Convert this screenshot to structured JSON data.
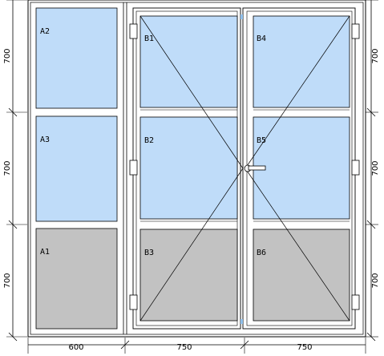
{
  "colors": {
    "glass": "#BFDCF9",
    "panel": "#C2C2C2",
    "frame": "#FFFFFF",
    "line": "#000000",
    "hinge_highlight": "#BFDCF9"
  },
  "dimensions": {
    "left": [
      "700",
      "700",
      "700"
    ],
    "right": [
      "700",
      "700",
      "700"
    ],
    "bottom": [
      "600",
      "750",
      "750"
    ]
  },
  "panes": {
    "a2": "A2",
    "a3": "A3",
    "a1": "A1",
    "b1": "B1",
    "b2": "B2",
    "b3": "B3",
    "b4": "B4",
    "b5": "B5",
    "b6": "B6"
  }
}
